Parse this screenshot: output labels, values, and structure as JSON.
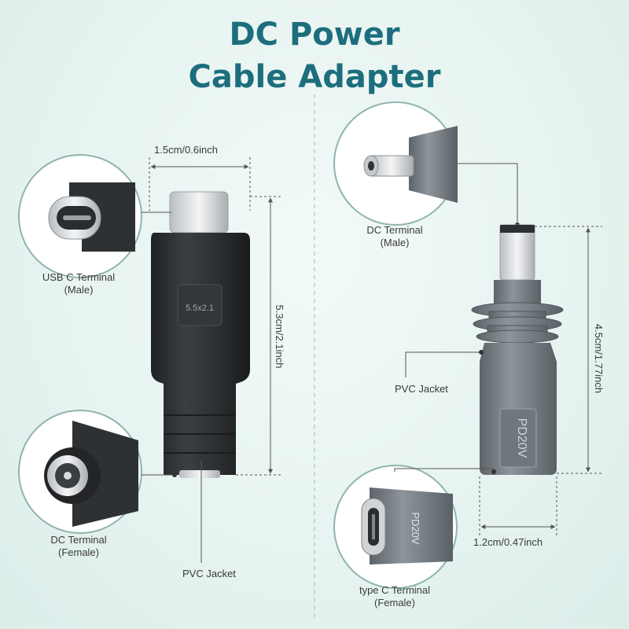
{
  "colors": {
    "title": "#1d6e7d",
    "background": "#e6f3f0",
    "dark_body": "#2e3133",
    "grey_body": "#7e858a",
    "metal": "#d9dcdf",
    "dim_line": "#555555"
  },
  "title": {
    "line1": "DC Power",
    "line2": "Cable Adapter"
  },
  "left": {
    "width_dim": "1.5cm/0.6inch",
    "height_dim": "5.3cm/2.1inch",
    "body_marking": "5.5x2.1",
    "usb_c_label_1": "USB C Terminal",
    "usb_c_label_2": "(Male)",
    "dc_female_label_1": "DC Terminal",
    "dc_female_label_2": "(Female)",
    "pvc_label": "PVC Jacket"
  },
  "right": {
    "dc_male_label_1": "DC Terminal",
    "dc_male_label_2": "(Male)",
    "height_dim": "4.5cm/1.77inch",
    "width_dim": "1.2cm/0.47inch",
    "body_marking": "PD20V",
    "port_marking": "PD20V",
    "pvc_label": "PVC Jacket",
    "type_c_label_1": "type C Terminal",
    "type_c_label_2": "(Female)"
  }
}
